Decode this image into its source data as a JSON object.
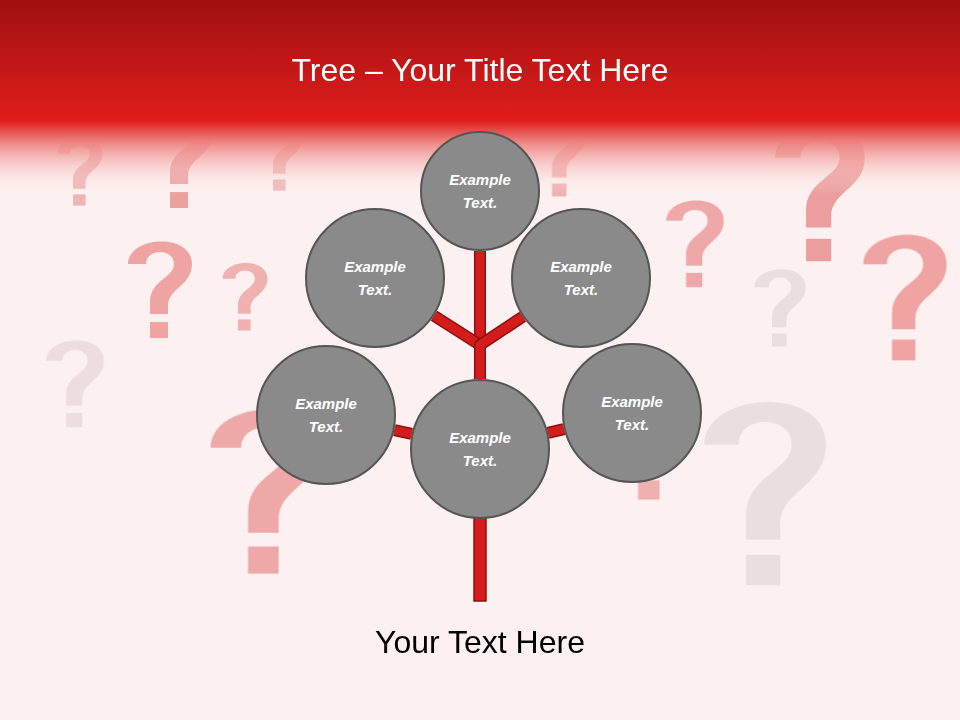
{
  "diagram": {
    "title": "Tree – Your Title Text Here",
    "caption": "Your Text Here",
    "nodes": [
      {
        "text": [
          "Example Text."
        ]
      },
      {
        "text": [
          "Example Text."
        ]
      },
      {
        "text": [
          "Example Text."
        ]
      },
      {
        "text": [
          "Example Text."
        ]
      },
      {
        "text": [
          "Example Text."
        ]
      },
      {
        "text": [
          "Example Text."
        ]
      }
    ],
    "edges": [
      {
        "from": 5,
        "to": 0,
        "arrow": "none"
      },
      {
        "from": 5,
        "to": 1,
        "arrow": "none"
      },
      {
        "from": 5,
        "to": 2,
        "arrow": "none"
      },
      {
        "from": 5,
        "to": 3,
        "arrow": "none"
      },
      {
        "from": 5,
        "to": 4,
        "arrow": "none"
      }
    ]
  }
}
